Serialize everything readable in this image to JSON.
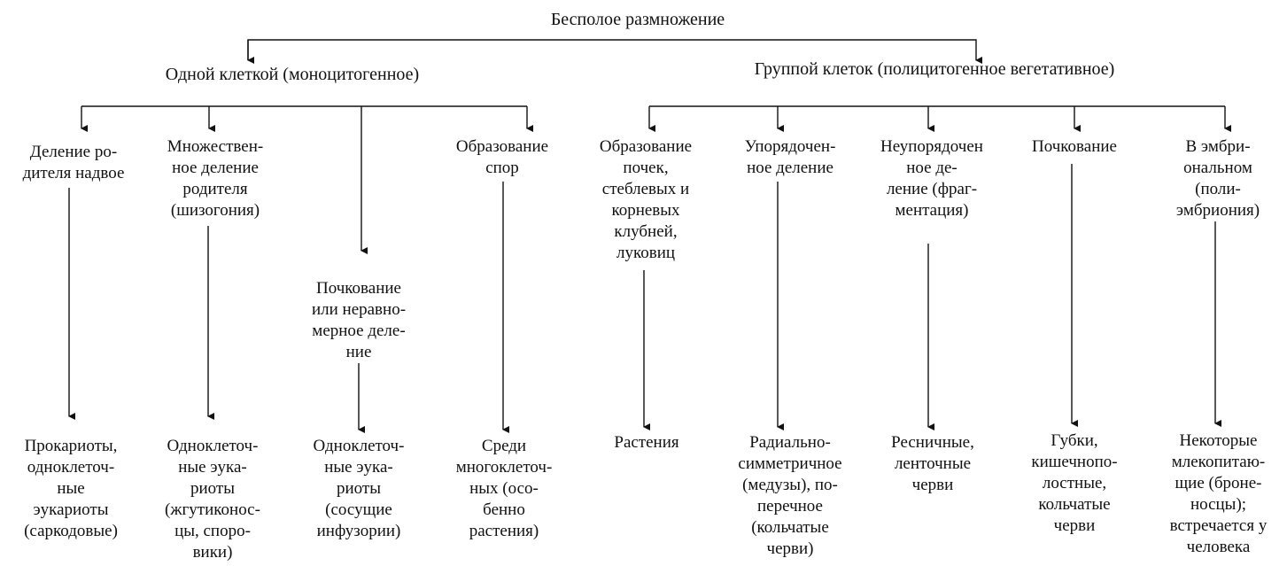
{
  "title": "Бесполое размножение",
  "branches": {
    "mono": "Одной клеткой (моноцитогенное)",
    "poly": "Группой клеток (полицитогенное вегетативное)"
  },
  "methods": [
    "Деление ро-\nдителя надвое",
    "Множествен-\nное деление\nродителя\n(шизогония)",
    "Почкование\nили неравно-\nмерное деле-\nние",
    "Образование\nспор",
    "Образование\nпочек,\nстеблевых и\nкорневых\nклубней,\nлуковиц",
    "Упорядочен-\nное деление",
    "Неупорядочен\nное де-\nление (фраг-\nментация)",
    "Почкование",
    "В эмбри-\nональном\n(поли-\nэмбриония)"
  ],
  "examples": [
    "Прокариоты,\nодноклеточ-\nные\nэукариоты\n(саркодовые)",
    "Одноклеточ-\nные эука-\nриоты\n(жгутиконос-\nцы, споро-\nвики)",
    "Одноклеточ-\nные эука-\nриоты\n(сосущие\nинфузории)",
    "Среди\nмногоклеточ-\nных (осо-\nбенно\nрастения)",
    "Растения",
    "Радиально-\nсимметричное\n(медузы), по-\nперечное\n(кольчатые\nчерви)",
    "Ресничные,\nленточные\nчерви",
    "Губки,\nкишечнопо-\nлостные,\nкольчатые\nчерви",
    "Некоторые\nмлекопитаю-\nщие (броне-\nносцы);\nвстречается у\nчеловека"
  ]
}
